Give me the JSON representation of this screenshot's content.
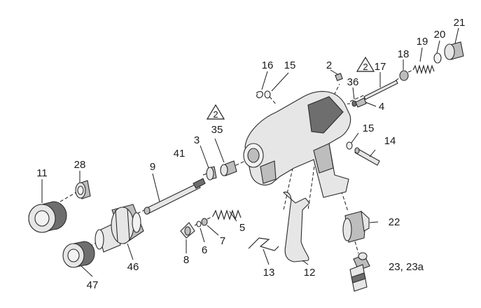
{
  "diagram": {
    "warning_symbol": "2",
    "callouts": [
      {
        "id": "c21",
        "text": "21"
      },
      {
        "id": "c20",
        "text": "20"
      },
      {
        "id": "c19",
        "text": "19"
      },
      {
        "id": "c18",
        "text": "18"
      },
      {
        "id": "c17",
        "text": "17"
      },
      {
        "id": "c2",
        "text": "2"
      },
      {
        "id": "c36",
        "text": "36"
      },
      {
        "id": "c4",
        "text": "4"
      },
      {
        "id": "c16",
        "text": "16"
      },
      {
        "id": "c15a",
        "text": "15"
      },
      {
        "id": "c35",
        "text": "35"
      },
      {
        "id": "c15b",
        "text": "15"
      },
      {
        "id": "c14",
        "text": "14"
      },
      {
        "id": "c41",
        "text": "41"
      },
      {
        "id": "c3",
        "text": "3"
      },
      {
        "id": "c9",
        "text": "9"
      },
      {
        "id": "c11",
        "text": "11"
      },
      {
        "id": "c28",
        "text": "28"
      },
      {
        "id": "c22",
        "text": "22"
      },
      {
        "id": "c5",
        "text": "5"
      },
      {
        "id": "c7",
        "text": "7"
      },
      {
        "id": "c6",
        "text": "6"
      },
      {
        "id": "c8",
        "text": "8"
      },
      {
        "id": "c46",
        "text": "46"
      },
      {
        "id": "c47",
        "text": "47"
      },
      {
        "id": "c13",
        "text": "13"
      },
      {
        "id": "c12",
        "text": "12"
      },
      {
        "id": "c23",
        "text": "23, 23a"
      }
    ]
  },
  "colors": {
    "line": "#2b2b2b",
    "part_fill": "#e6e6e6",
    "part_shade": "#bdbdbd",
    "part_dark": "#6e6e6e",
    "background": "#ffffff"
  }
}
